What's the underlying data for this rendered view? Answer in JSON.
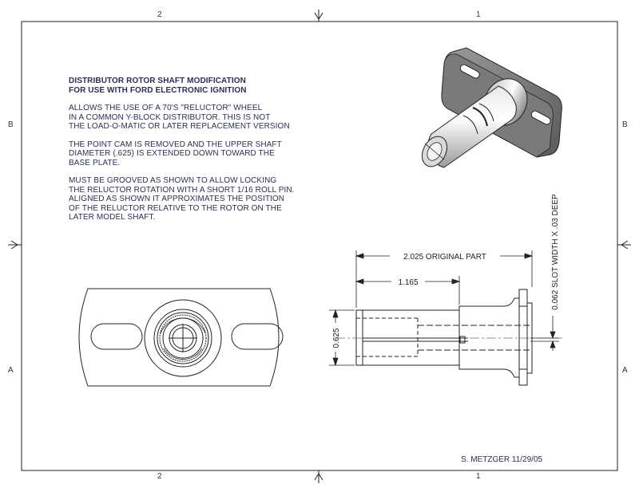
{
  "zones": {
    "top": [
      "2",
      "1"
    ],
    "bottom": [
      "2",
      "1"
    ],
    "left": [
      "B",
      "A"
    ],
    "right": [
      "B",
      "A"
    ]
  },
  "notes": {
    "title": [
      "DISTRIBUTOR ROTOR SHAFT MODIFICATION",
      "FOR USE WITH FORD ELECTRONIC IGNITION"
    ],
    "para1": [
      "ALLOWS THE USE OF A 70'S \"RELUCTOR\" WHEEL",
      "IN A COMMON Y-BLOCK DISTRIBUTOR. THIS IS NOT",
      "THE LOAD-O-MATIC OR LATER REPLACEMENT VERSION"
    ],
    "para2": [
      "THE POINT CAM IS REMOVED AND THE UPPER SHAFT",
      "DIAMETER (.625) IS EXTENDED DOWN TOWARD THE",
      "BASE PLATE."
    ],
    "para3": [
      "MUST BE GROOVED AS SHOWN TO ALLOW LOCKING",
      "THE RELUCTOR ROTATION WITH A SHORT 1/16 ROLL PIN.",
      "ALIGNED AS SHOWN IT APPROXIMATES THE POSITION",
      "OF THE RELUCTOR RELATIVE TO THE ROTOR ON THE",
      "LATER MODEL SHAFT."
    ]
  },
  "dimensions": {
    "overall": "2.025 ORIGINAL PART",
    "partial": "1.165",
    "diameter": "0.625",
    "slot": "0.062 SLOT WIDTH X .03 DEEP"
  },
  "signature": "S. METZGER   11/29/05",
  "colors": {
    "text": "#2b2f55",
    "line": "#111111"
  }
}
